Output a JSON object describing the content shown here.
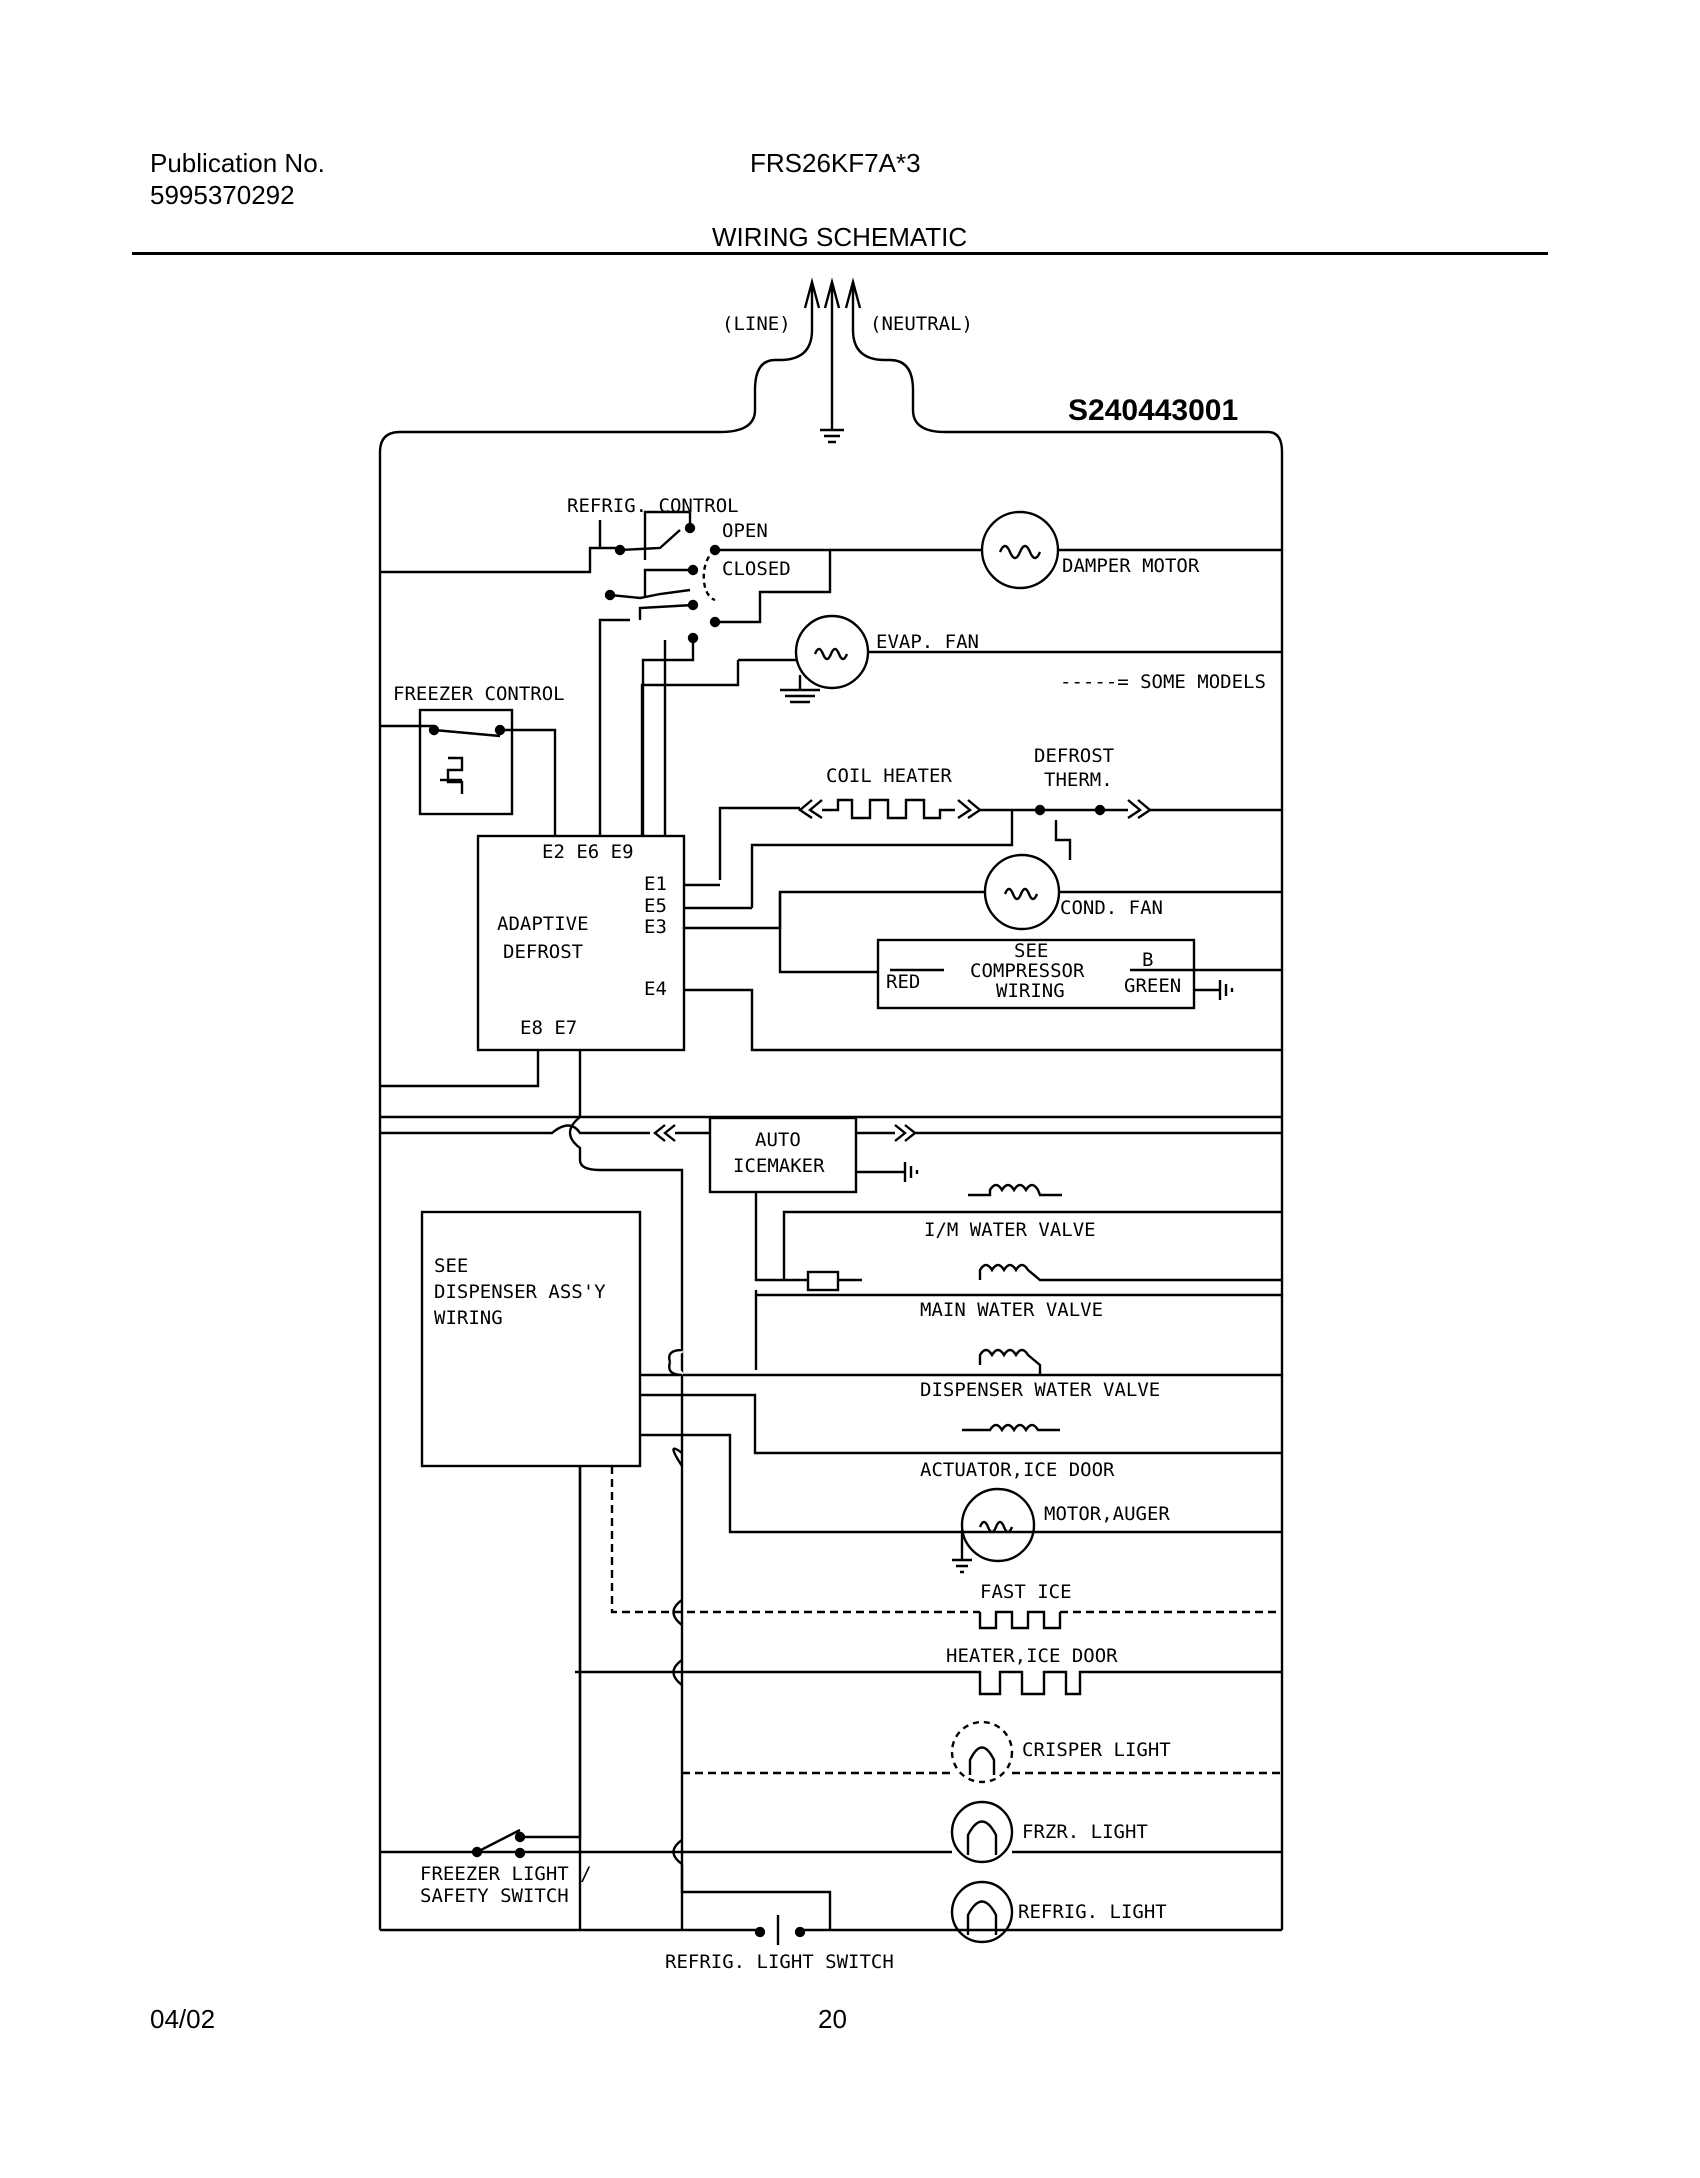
{
  "header": {
    "pub_label": "Publication No.",
    "pub_number": "5995370292",
    "model": "FRS26KF7A*3",
    "title": "WIRING SCHEMATIC"
  },
  "footer": {
    "date": "04/02",
    "page": "20"
  },
  "diagram": {
    "code": "S240443001",
    "line": "(LINE)",
    "neutral": "(NEUTRAL)",
    "refrig_control": "REFRIG. CONTROL",
    "open": "OPEN",
    "closed": "CLOSED",
    "damper_motor": "DAMPER MOTOR",
    "evap_fan": "EVAP. FAN",
    "some_models": "-----= SOME MODELS",
    "freezer_control": "FREEZER CONTROL",
    "coil_heater": "COIL HEATER",
    "defrost_therm_1": "DEFROST",
    "defrost_therm_2": "THERM.",
    "adaptive_1": "ADAPTIVE",
    "adaptive_2": "DEFROST",
    "e_top": "E2 E6 E9",
    "e1": "E1",
    "e5": "E5",
    "e3": "E3",
    "e4": "E4",
    "e_bottom": "E8 E7",
    "cond_fan": "COND. FAN",
    "see": "SEE",
    "compressor": "COMPRESSOR",
    "wiring": "WIRING",
    "red": "RED",
    "b": "B",
    "green": "GREEN",
    "auto": "AUTO",
    "icemaker": "ICEMAKER",
    "im_water_valve": "I/M WATER VALVE",
    "dispenser_1": "SEE",
    "dispenser_2": "DISPENSER ASS'Y",
    "dispenser_3": "WIRING",
    "main_water_valve": "MAIN WATER VALVE",
    "dispenser_water_valve": "DISPENSER WATER VALVE",
    "actuator_ice_door": "ACTUATOR,ICE DOOR",
    "motor_auger": "MOTOR,AUGER",
    "fast_ice": "FAST ICE",
    "heater_ice_door": "HEATER,ICE DOOR",
    "crisper_light": "CRISPER LIGHT",
    "frzr_light": "FRZR. LIGHT",
    "freezer_light_1": "FREEZER LIGHT /",
    "freezer_light_2": "SAFETY SWITCH",
    "refrig_light": "REFRIG. LIGHT",
    "refrig_light_switch": "REFRIG. LIGHT SWITCH"
  }
}
